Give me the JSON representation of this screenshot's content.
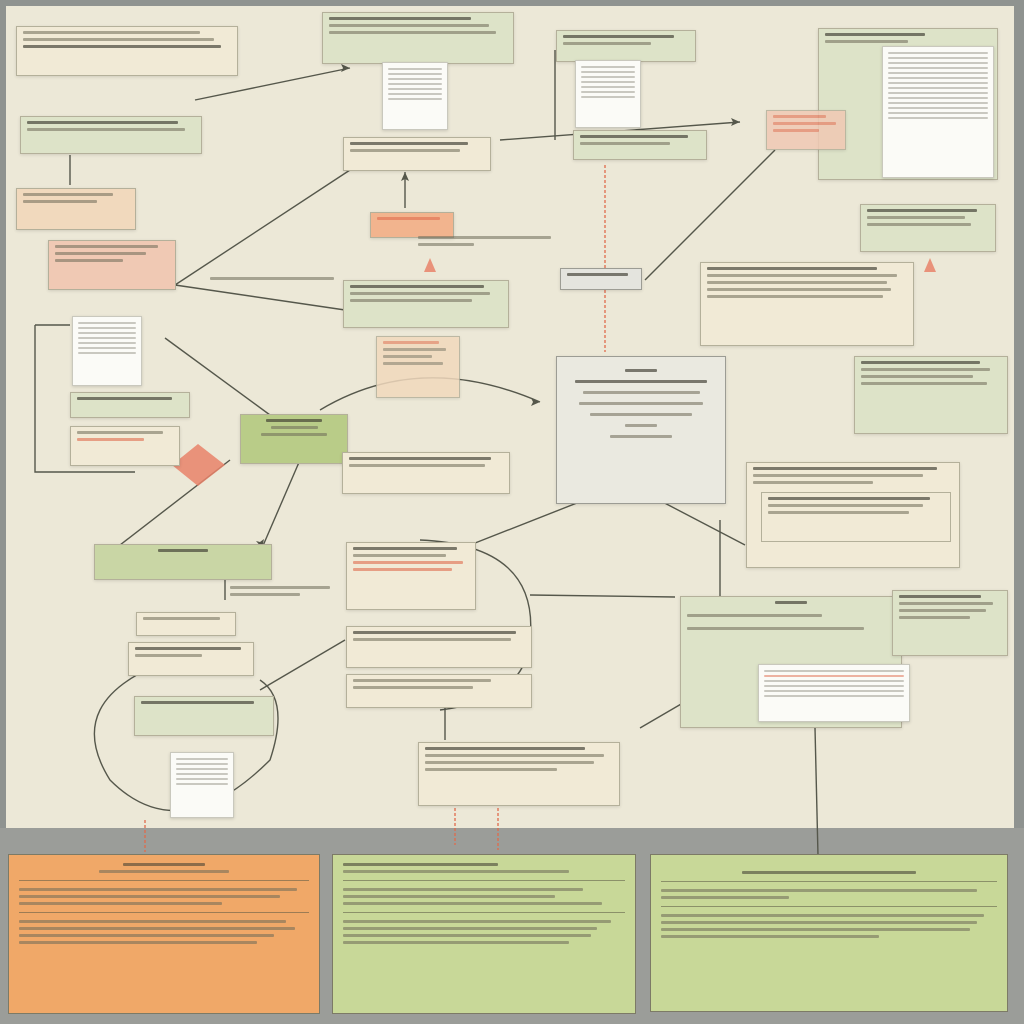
{
  "colors": {
    "board": "#ece8d7",
    "frame": "#8f9390",
    "cream": "#f1ead6",
    "green": "#dde3c8",
    "peach": "#f1d9bd",
    "sage": "#c9d6a5",
    "salmon": "#f0c9b4",
    "orange_panel": "#f0a868",
    "green_panel": "#c8d898",
    "connector": "#55574b",
    "accent_red": "#e06a4c"
  },
  "notes": "",
  "nodes": [
    {
      "id": "n1",
      "style": "cream"
    },
    {
      "id": "n2",
      "style": "green"
    },
    {
      "id": "n3",
      "style": "green"
    },
    {
      "id": "n4",
      "style": "green"
    },
    {
      "id": "n5",
      "style": "green"
    },
    {
      "id": "n6",
      "style": "peach"
    },
    {
      "id": "n7",
      "style": "salmon"
    },
    {
      "id": "n8",
      "style": "cream"
    },
    {
      "id": "n9",
      "style": "salmon"
    },
    {
      "id": "n10",
      "style": "cream"
    },
    {
      "id": "n11",
      "style": "green"
    },
    {
      "id": "n12",
      "style": "grey"
    },
    {
      "id": "n13",
      "style": "sage"
    },
    {
      "id": "n14",
      "style": "cream"
    },
    {
      "id": "n15",
      "style": "cream"
    },
    {
      "id": "n16",
      "style": "green"
    },
    {
      "id": "n17",
      "style": "cream"
    },
    {
      "id": "n18",
      "style": "cream"
    },
    {
      "id": "n19",
      "style": "green"
    },
    {
      "id": "n20",
      "style": "green"
    },
    {
      "id": "n21",
      "style": "green"
    },
    {
      "id": "n22",
      "style": "cream"
    },
    {
      "id": "n23",
      "style": "cream"
    },
    {
      "id": "n24",
      "style": "green"
    },
    {
      "id": "n25",
      "style": "cream"
    }
  ],
  "bottom_panels": [
    {
      "id": "p1",
      "style": "orange"
    },
    {
      "id": "p2",
      "style": "green"
    },
    {
      "id": "p3",
      "style": "green"
    }
  ]
}
